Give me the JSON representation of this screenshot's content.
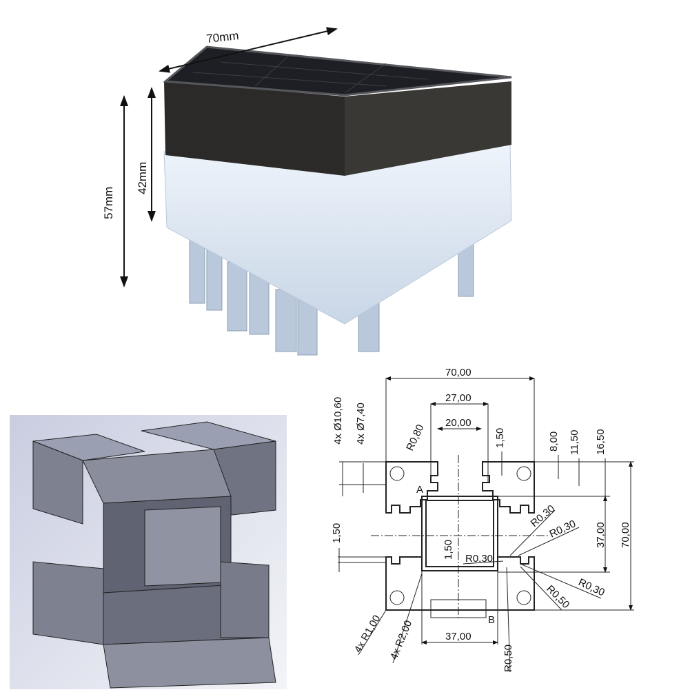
{
  "product_photo": {
    "width_label": "70mm",
    "total_height_label": "57mm",
    "cap_height_label": "42mm"
  },
  "technical_drawing": {
    "dims": {
      "overall_width": "70,00",
      "slot_outer": "27,00",
      "slot_inner": "20,00",
      "hole_outer": "4x Ø10,60",
      "hole_inner": "4x Ø7,40",
      "r080": "R0,80",
      "t150_top": "1,50",
      "d800": "8,00",
      "d1150": "11,50",
      "d1650": "16,50",
      "overall_height": "70,00",
      "inner_37_v": "37,00",
      "inner_37_h": "37,00",
      "t150_left": "1,50",
      "t150_center": "1,50",
      "r030_a": "R0,30",
      "r030_b": "R0,30",
      "r030_c": "R0,30",
      "r030_d": "R0,30",
      "r050_a": "R0,50",
      "r050_b": "R0,50",
      "r100": "4x R1,00",
      "r200": "4x R2,00",
      "label_a": "A",
      "label_b": "B"
    }
  },
  "colors": {
    "housing": "#2b2a28",
    "frosted": "#dfe8f2",
    "profile_gray": "#7e8290",
    "render_bg": "#d8dce8"
  }
}
